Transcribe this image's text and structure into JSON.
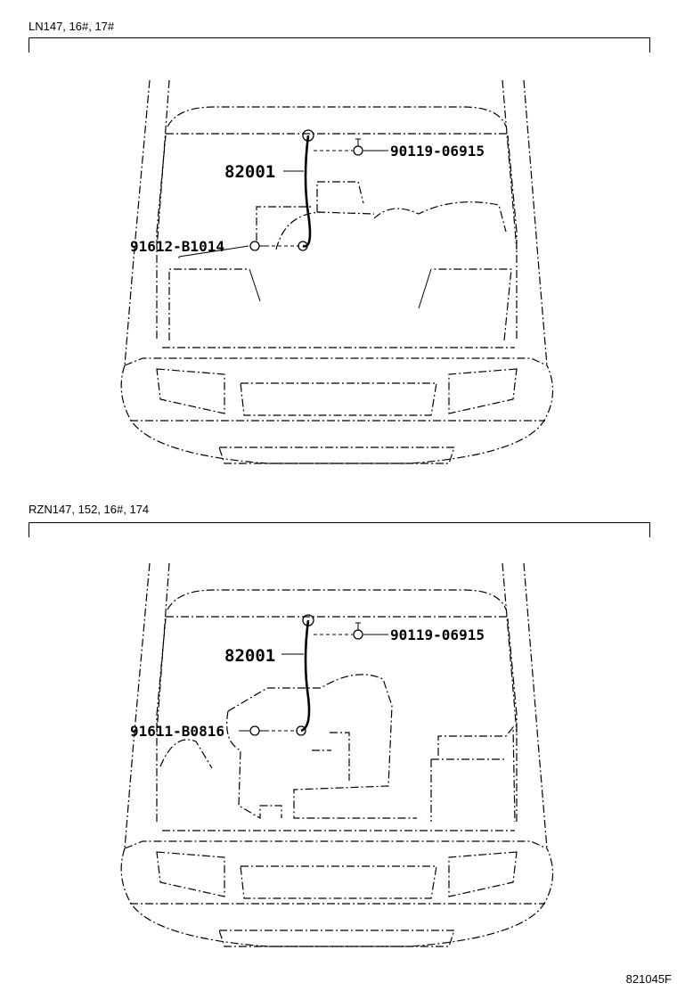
{
  "sections": [
    {
      "title": "LN147, 16#, 17#",
      "labels": {
        "top_bolt": "90119-06915",
        "cable": "82001",
        "side_bolt": "91612-B1014"
      }
    },
    {
      "title": "RZN147, 152, 16#, 174",
      "labels": {
        "top_bolt": "90119-06915",
        "cable": "82001",
        "side_bolt": "91611-B0816"
      }
    }
  ],
  "reference_code": "821045F"
}
